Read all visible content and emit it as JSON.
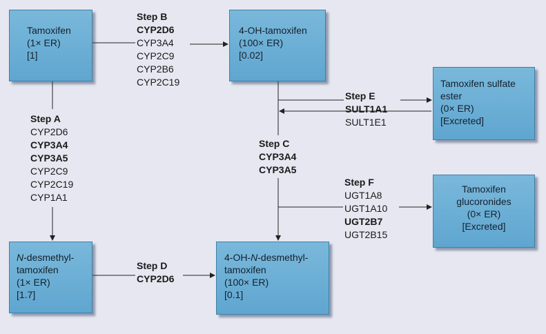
{
  "boxes": {
    "tamoxifen": {
      "lines": [
        "Tamoxifen",
        "(1× ER)",
        "[1]"
      ]
    },
    "oh_tamoxifen": {
      "lines": [
        "4-OH-tamoxifen",
        "(100× ER)",
        "[0.02]"
      ]
    },
    "sulfate_ester": {
      "lines": [
        "Tamoxifen sulfate",
        "ester",
        "(0× ER)",
        "[Excreted]"
      ]
    },
    "n_desmethyl": {
      "italic_prefix": "N",
      "lines": [
        "-desmethyl-",
        "tamoxifen",
        "(1× ER)",
        "[1.7]"
      ]
    },
    "oh_n_desmethyl": {
      "prefix": "4-OH-",
      "italic": "N",
      "lines": [
        "-desmethyl-",
        "tamoxifen",
        "(100× ER)",
        "[0.1]"
      ]
    },
    "glucoronides": {
      "lines": [
        "Tamoxifen",
        "glucoronides",
        "(0× ER)",
        "[Excreted]"
      ]
    }
  },
  "steps": {
    "step_b": {
      "title": "Step B",
      "enzymes": [
        "CYP2D6",
        "CYP3A4",
        "CYP2C9",
        "CYP2B6",
        "CYP2C19"
      ],
      "bold": [
        true,
        false,
        false,
        false,
        false
      ]
    },
    "step_a": {
      "title": "Step A",
      "enzymes": [
        "CYP2D6",
        "CYP3A4",
        "CYP3A5",
        "CYP2C9",
        "CYP2C19",
        "CYP1A1"
      ],
      "bold": [
        false,
        true,
        true,
        false,
        false,
        false
      ]
    },
    "step_e": {
      "title": "Step E",
      "enzymes": [
        "SULT1A1",
        "SULT1E1"
      ],
      "bold": [
        true,
        false
      ]
    },
    "step_c": {
      "title": "Step C",
      "enzymes": [
        "CYP3A4",
        "CYP3A5"
      ],
      "bold": [
        true,
        true
      ]
    },
    "step_f": {
      "title": "Step F",
      "enzymes": [
        "UGT1A8",
        "UGT1A10",
        "UGT2B7",
        "UGT2B15"
      ],
      "bold": [
        false,
        false,
        true,
        false
      ]
    },
    "step_d": {
      "title": "Step D",
      "enzymes": [
        "CYP2D6"
      ],
      "bold": [
        true
      ]
    }
  },
  "colors": {
    "background": "#e6e7f0",
    "box_fill": "#6aaed6",
    "box_border": "#3f7fa6",
    "line": "#222222"
  }
}
